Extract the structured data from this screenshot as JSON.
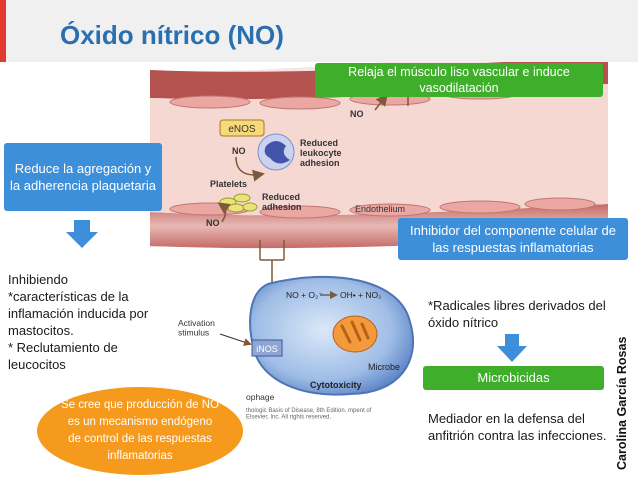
{
  "header": {
    "title": "Óxido nítrico (NO)"
  },
  "boxes": {
    "relaxes": "Relaja el músculo liso vascular  e induce vasodilatación",
    "aggregation": "Reduce la agregación y la adherencia plaquetaria",
    "inhibitor": "Inhibidor del componente celular de las respuestas inflamatorias",
    "microbicidal": "Microbicidas"
  },
  "notes": {
    "inhibiting": "Inhibiendo\n*características de la inflamación inducida por mastocitos.\n* Reclutamiento de leucocitos",
    "radicals": "*Radicales libres derivados del óxido nítrico",
    "mediator": "Mediador en la defensa del anfitrión contra las infecciones.",
    "belief": "Se cree  que producción de NO  es un mecanismo endógeno de control de las respuestas inflamatorias"
  },
  "author": "Carolina García Rosas",
  "figure_labels": {
    "enos": "eNOS",
    "no_1": "NO",
    "no_2": "NO",
    "no_3": "NO",
    "reduced_leukocyte": "Reduced leukocyte adhesion",
    "platelets": "Platelets",
    "reduced_adhesion": "Reduced adhesion",
    "endothelium": "Endothelium",
    "reaction_left": "NO + O₂⁻",
    "reaction_right": "OH• + NO₂",
    "activation": "Activation stimulus",
    "inos": "iNOS",
    "microbe": "Microbe",
    "cytotoxicity": "Cytotoxicity",
    "macrophage": "ophage",
    "credit": "thologic Basis of Disease, 8th Edition. mpent of Elsevier, Inc. All rights reserved."
  },
  "colors": {
    "green": "#3fae2a",
    "blue": "#3d8fd9",
    "orange": "#f59a1c",
    "title": "#2a6fb0"
  }
}
